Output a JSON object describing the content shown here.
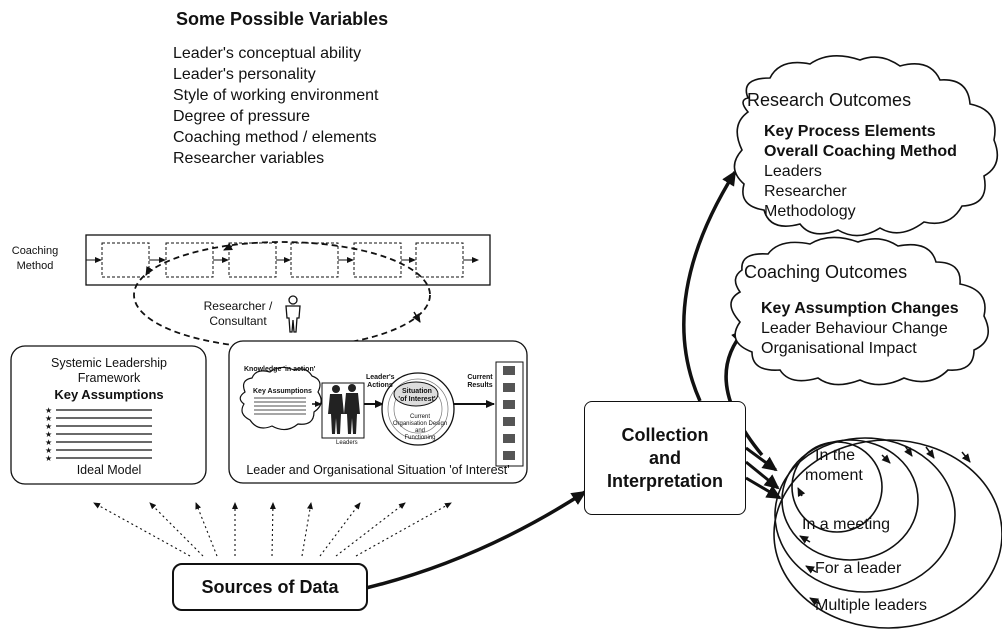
{
  "variables": {
    "title": "Some Possible Variables",
    "items": [
      "Leader's conceptual ability",
      "Leader's personality",
      "Style of working environment",
      "Degree of pressure",
      "Coaching method / elements",
      "Researcher variables"
    ]
  },
  "coaching_method": {
    "label_line1": "Coaching",
    "label_line2": "Method",
    "step_count": 6
  },
  "researcher": {
    "line1": "Researcher /",
    "line2": "Consultant",
    "icon": "person-icon"
  },
  "framework_box": {
    "title_line1": "Systemic Leadership",
    "title_line2": "Framework",
    "subtitle": "Key Assumptions",
    "footer": "Ideal Model"
  },
  "situation_box": {
    "knowledge_label": "Knowledge 'in action'",
    "key_assumptions": "Key Assumptions",
    "leaders_label": "Leaders",
    "leaders_actions_line1": "Leader's",
    "leaders_actions_line2": "Actions",
    "situation_line1": "Situation",
    "situation_line2": "'of Interest'",
    "current_org_line1": "Current",
    "current_org_line2": "Organisation Design",
    "current_org_line3": "and",
    "current_org_line4": "Functioning",
    "current_results_line1": "Current",
    "current_results_line2": "Results",
    "footer": "Leader and Organisational Situation 'of Interest'"
  },
  "sources": {
    "label": "Sources of Data"
  },
  "collection": {
    "line1": "Collection",
    "line2": "and",
    "line3": "Interpretation"
  },
  "research_outcomes": {
    "title": "Research Outcomes",
    "items_bold": [
      "Key Process Elements",
      "Overall Coaching Method"
    ],
    "items": [
      "Leaders",
      "Researcher",
      "Methodology"
    ]
  },
  "coaching_outcomes": {
    "title": "Coaching Outcomes",
    "items_bold": [
      "Key Assumption Changes"
    ],
    "items": [
      "Leader Behaviour Change",
      "Organisational Impact"
    ]
  },
  "circles": {
    "labels": [
      "In the",
      "moment",
      "In a meeting",
      "For a leader",
      "Multiple leaders"
    ]
  }
}
